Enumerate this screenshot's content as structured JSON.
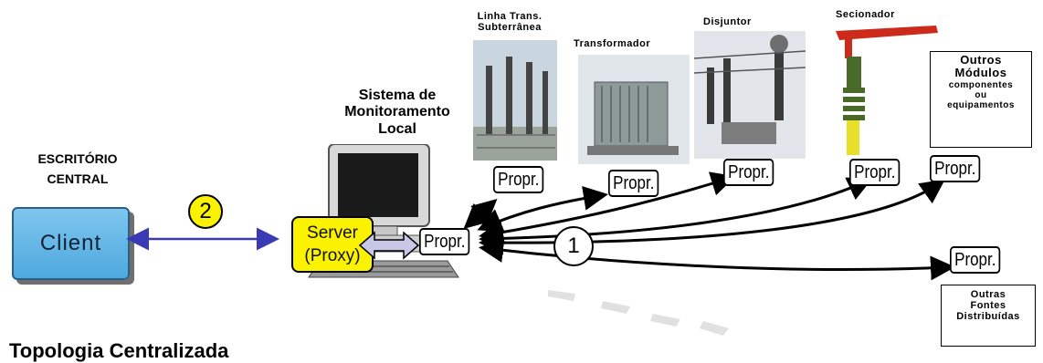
{
  "escritorio": {
    "line1": "ESCRITÓRIO",
    "line2": "CENTRAL"
  },
  "client_label": "Client",
  "badge_2": "2",
  "badge_1": "1",
  "sistema": {
    "line1": "Sistema de",
    "line2": "Monitoramento",
    "line3": "Local"
  },
  "server": {
    "line1": "Server",
    "line2": "(Proxy)"
  },
  "propr_label": "Propr.",
  "equipment": {
    "linha_line1": "Linha Trans.",
    "linha_line2": "Subterrânea",
    "transformador": "Transformador",
    "disjuntor": "Disjuntor",
    "secionador": "Secionador",
    "outros_line1": "Outros",
    "outros_line2": "Módulos",
    "outros_line3": "componentes",
    "outros_line4": "ou",
    "outros_line5": "equipamentos"
  },
  "outras": {
    "line1": "Outras",
    "line2": "Fontes",
    "line3": "Distribuídas"
  },
  "bottom_heading": "Topologia Centralizada",
  "colors": {
    "client_fill": "#5fb4e4",
    "server_fill": "#fbf200",
    "badge_fill": "#fbf200",
    "link_arrow": "#3a3ab5",
    "connector": "#000000"
  }
}
